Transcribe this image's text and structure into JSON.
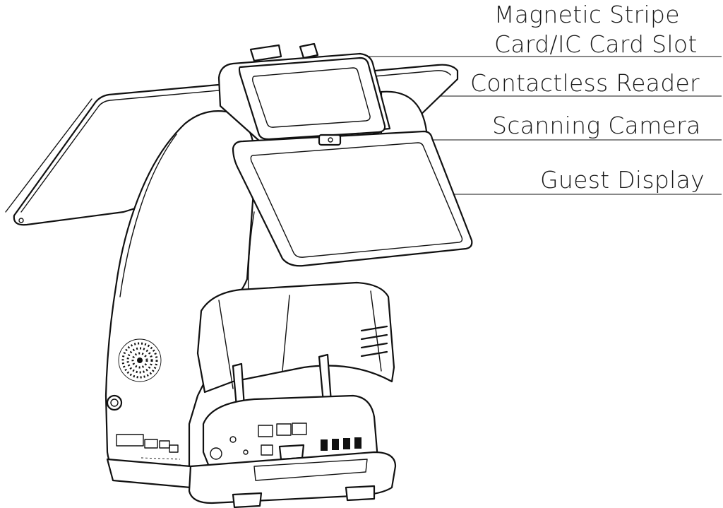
{
  "callouts": [
    {
      "id": "magnetic-stripe",
      "lines": [
        "Magnetic Stripe",
        "Card/IC Card Slot"
      ]
    },
    {
      "id": "contactless-reader",
      "lines": [
        "Contactless Reader"
      ]
    },
    {
      "id": "scanning-camera",
      "lines": [
        "Scanning Camera"
      ]
    },
    {
      "id": "guest-display",
      "lines": [
        "Guest Display"
      ]
    }
  ],
  "colors": {
    "line": "#111111",
    "background": "#ffffff"
  }
}
